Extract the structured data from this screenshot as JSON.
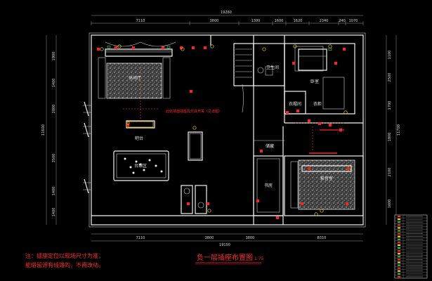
{
  "drawing": {
    "top_total": "19260",
    "top_dims": [
      "7110",
      "3800",
      "1300",
      "1600",
      "1620",
      "2340",
      "240",
      "1070"
    ],
    "bottom_total": "19150",
    "bottom_dims": [
      "7110",
      "3800",
      "3800",
      "8310"
    ],
    "left_total": "11600",
    "right_total": "11700",
    "left_dims": [
      "1900",
      "1400",
      "2000",
      "3500",
      "1400",
      "1400"
    ],
    "right_dims": [
      "1100",
      "2500",
      "1700",
      "1800",
      "2100",
      "1600"
    ]
  },
  "rooms": {
    "living": "休闲厅",
    "bar": "吧台",
    "billiard": "台球区",
    "washroom": "卫生间",
    "bedroom": "卧室",
    "wardrobe": "衣帽间",
    "cloakroom": "衣柜",
    "study": "书房",
    "audio_room": "影音室",
    "storage": "储藏"
  },
  "annotations": {
    "center_note": "此处墙面插座及灯具开关（见详图）",
    "footnote_line1": "注：插座定位以现场尺寸为准，",
    "footnote_line2": "   能借留源有线路的，不再改动。",
    "drawing_title": "负一层插座布置图",
    "scale": "1:75"
  },
  "legend": {
    "rows": 22
  },
  "colors": {
    "background": "#000000",
    "wall": "#f2f2f2",
    "annotation_red": "#ff2a2a",
    "socket_yellow": "#ffd21f",
    "green": "#2fbf5a"
  }
}
